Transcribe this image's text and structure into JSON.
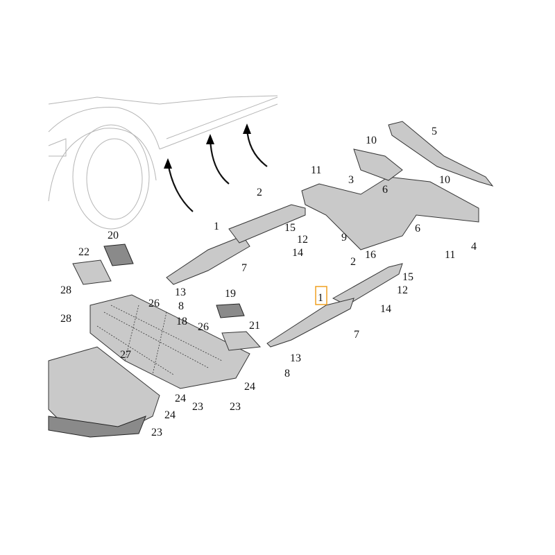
{
  "diagram": {
    "type": "exploded parts diagram - underbody covers",
    "highlight_color": "#f0a020",
    "highlighted_callout": "1",
    "callouts": [
      "20",
      "22",
      "28",
      "28",
      "26",
      "8",
      "18",
      "27",
      "24",
      "23",
      "24",
      "23",
      "19",
      "26",
      "21",
      "24",
      "23",
      "1",
      "2",
      "15",
      "12",
      "14",
      "7",
      "13",
      "9",
      "3",
      "6",
      "16",
      "2",
      "15",
      "12",
      "14",
      "1",
      "7",
      "13",
      "8",
      "11",
      "10",
      "5",
      "10",
      "6",
      "11",
      "4"
    ]
  }
}
